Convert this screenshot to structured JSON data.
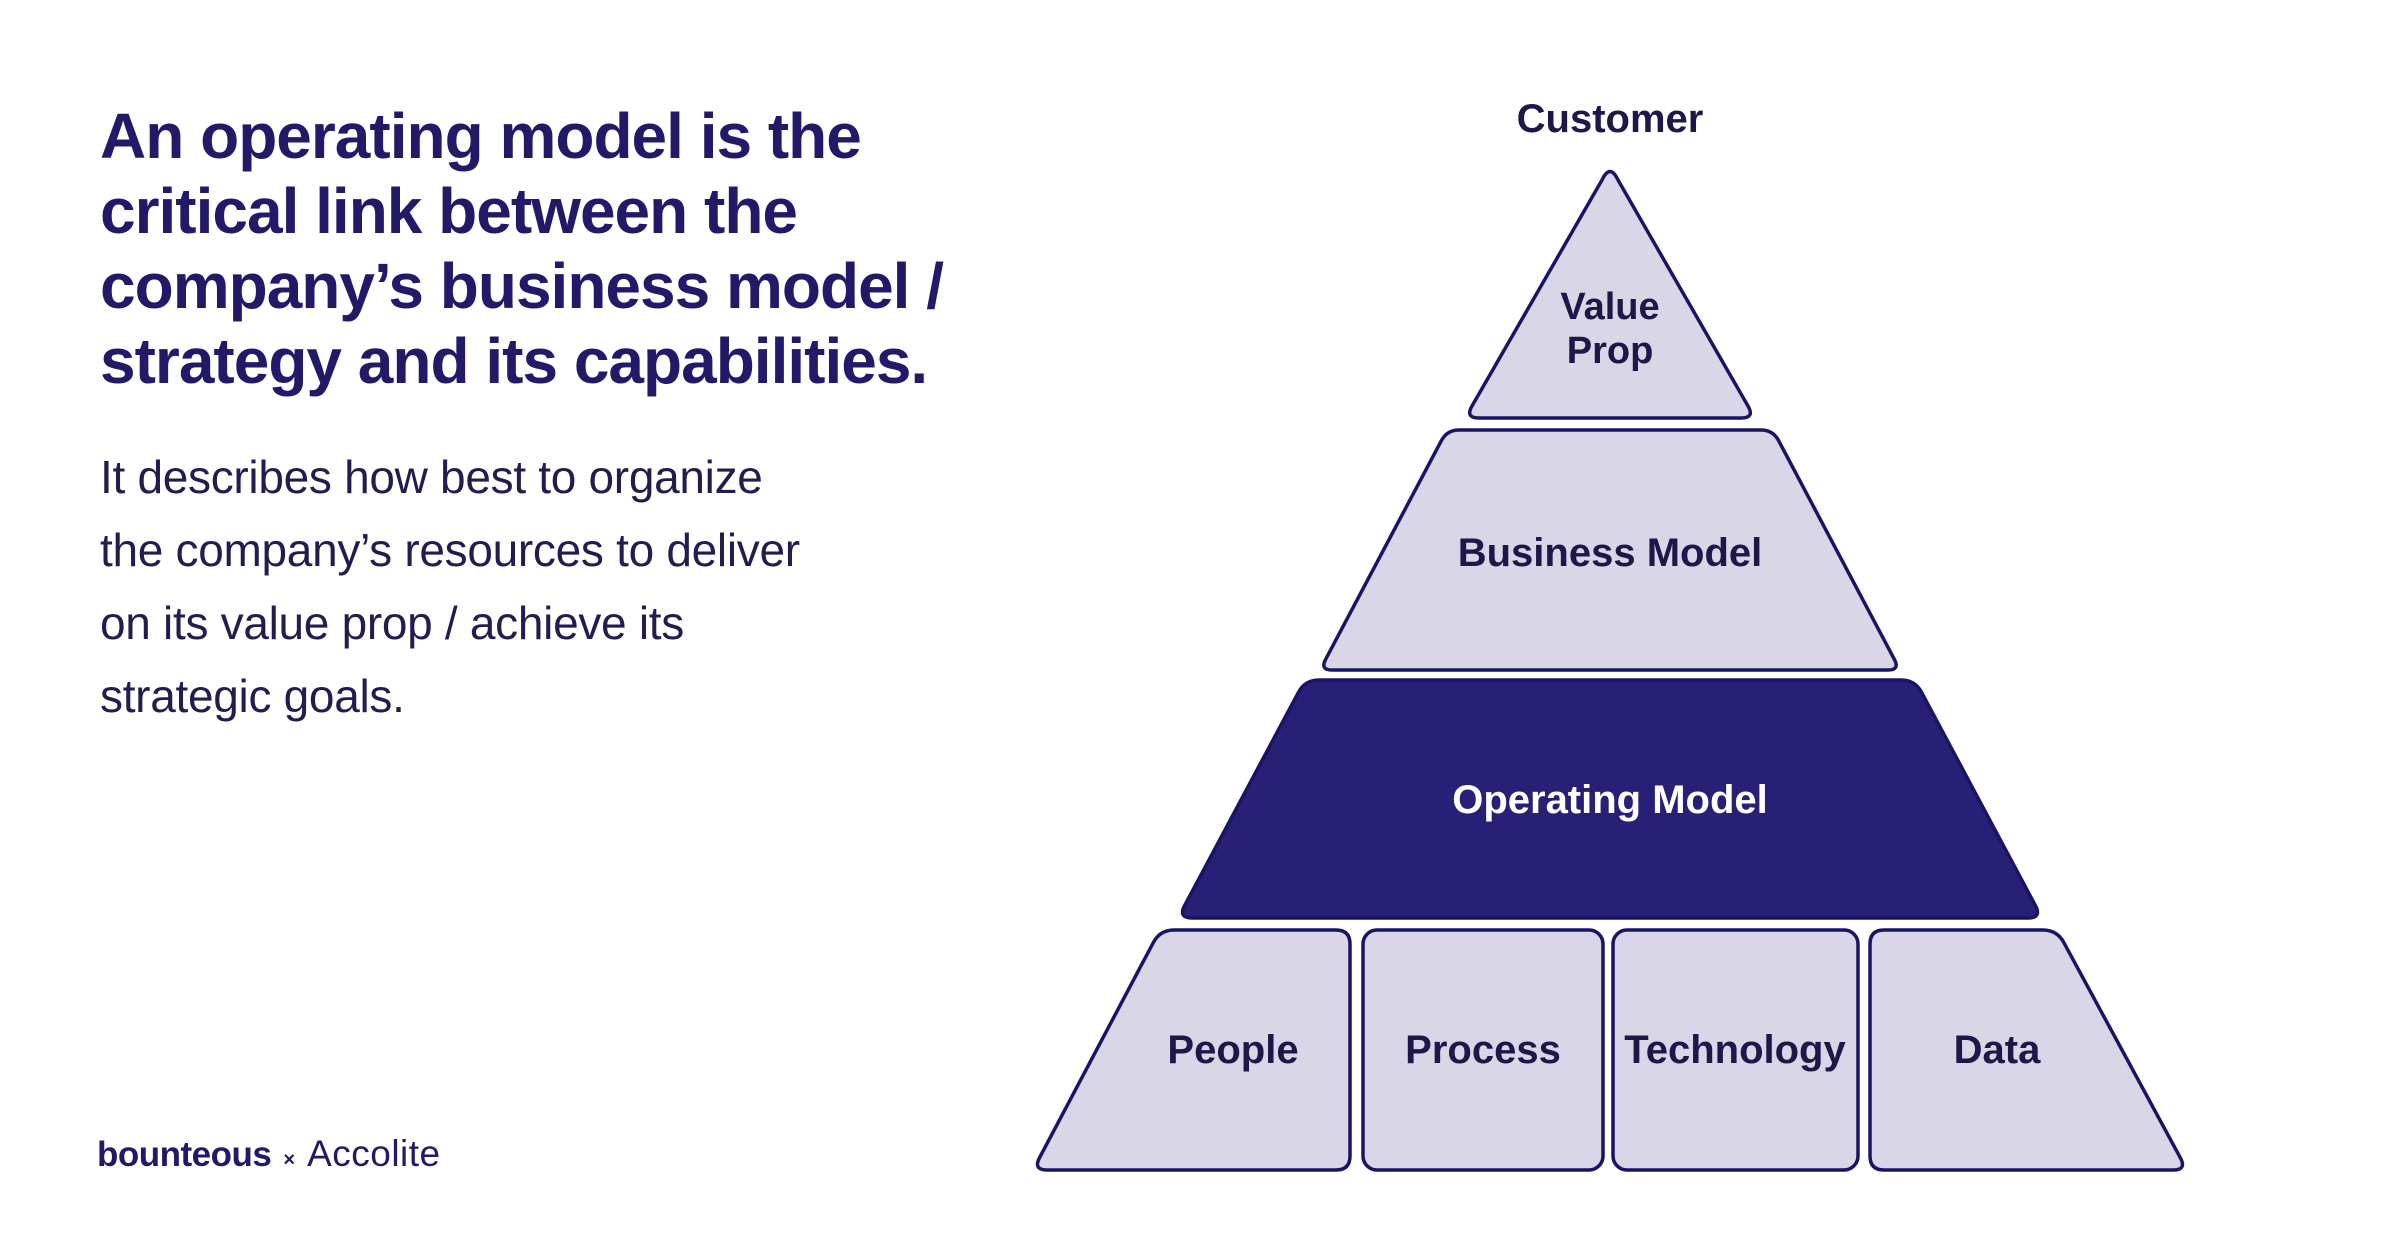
{
  "slide": {
    "headline": {
      "lines": [
        "An operating model is the",
        "critical link between the",
        "company’s business model /",
        "strategy and its capabilities."
      ]
    },
    "body": {
      "lines": [
        "It describes how best to organize",
        "the company’s resources to deliver",
        "on its value prop / achieve its",
        "strategic goals."
      ]
    },
    "logo": {
      "brand_primary": "bounteous",
      "separator": "×",
      "brand_secondary": "Accolite"
    }
  },
  "pyramid": {
    "apex_label": "Customer",
    "levels": [
      {
        "id": "value-prop",
        "label_line1": "Value",
        "label_line2": "Prop"
      },
      {
        "id": "business-model",
        "label": "Business Model"
      },
      {
        "id": "operating-model",
        "label": "Operating Model"
      }
    ],
    "foundation": [
      {
        "id": "people",
        "label": "People"
      },
      {
        "id": "process",
        "label": "Process"
      },
      {
        "id": "technology",
        "label": "Technology"
      },
      {
        "id": "data",
        "label": "Data"
      }
    ]
  },
  "colors": {
    "background": "#ffffff",
    "headline_text": "#221a69",
    "body_text": "#221d4f",
    "shape_fill_light": "#d8d6e7",
    "shape_fill_dark": "#282077",
    "shape_border": "#1a1464",
    "label_text": "#1e1747",
    "label_text_inverse": "#ffffff"
  }
}
